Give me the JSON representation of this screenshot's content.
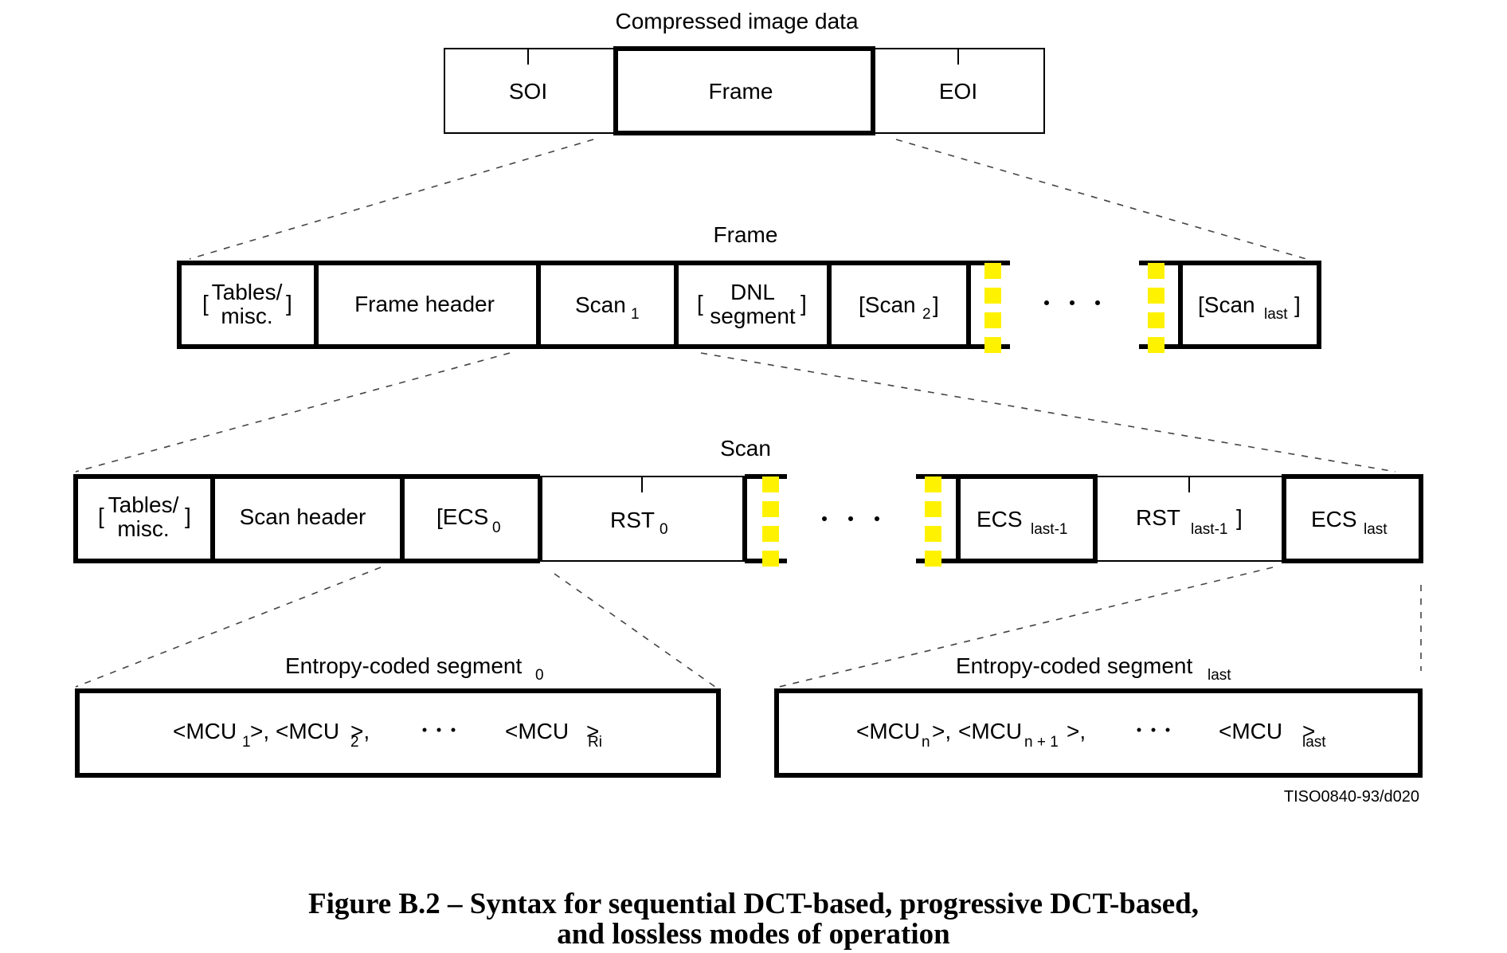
{
  "level1": {
    "title": "Compressed image data",
    "soi": "SOI",
    "frame": "Frame",
    "eoi": "EOI"
  },
  "level2": {
    "title": "Frame",
    "tables_a": "Tables/",
    "tables_b": "misc.",
    "frame_header": "Frame header",
    "scan1_main": "Scan",
    "scan1_sub": "1",
    "dnl_a": "DNL",
    "dnl_b": "segment",
    "scan2_main": "[Scan",
    "scan2_sub": "2",
    "scan2_close": "]",
    "scanlast_main": "[Scan",
    "scanlast_sub": "last",
    "scanlast_close": "]"
  },
  "level3": {
    "title": "Scan",
    "tables_a": "Tables/",
    "tables_b": "misc.",
    "scan_header": "Scan header",
    "ecs0_main": "[ECS",
    "ecs0_sub": "0",
    "rst0_main": "RST",
    "rst0_sub": "0",
    "ecs_lm1_main": "ECS",
    "ecs_lm1_sub": "last-1",
    "rst_lm1_main": "RST",
    "rst_lm1_sub": "last-1",
    "rst_lm1_close": "]",
    "ecs_last_main": "ECS",
    "ecs_last_sub": "last"
  },
  "level4": {
    "left_title": "Entropy-coded segment",
    "left_title_sub": "0",
    "right_title": "Entropy-coded segment",
    "right_title_sub": "last",
    "mcu_open": "<MCU",
    "mcu_close": ">,",
    "mcu_close_last": ">",
    "mcu1_sub": "1",
    "mcu2_sub": "2",
    "mcuRi_sub": "Ri",
    "mcun_sub": "n",
    "mcun1_sub": "n + 1",
    "mculast_sub": "last"
  },
  "figure_id": "TISO0840-93/d020",
  "caption": {
    "line1": "Figure B.2 – Syntax for sequential DCT-based, progressive DCT-based,",
    "line2": "and lossless modes of operation"
  },
  "colors": {
    "highlight": "#fff200",
    "ink": "#000000"
  }
}
